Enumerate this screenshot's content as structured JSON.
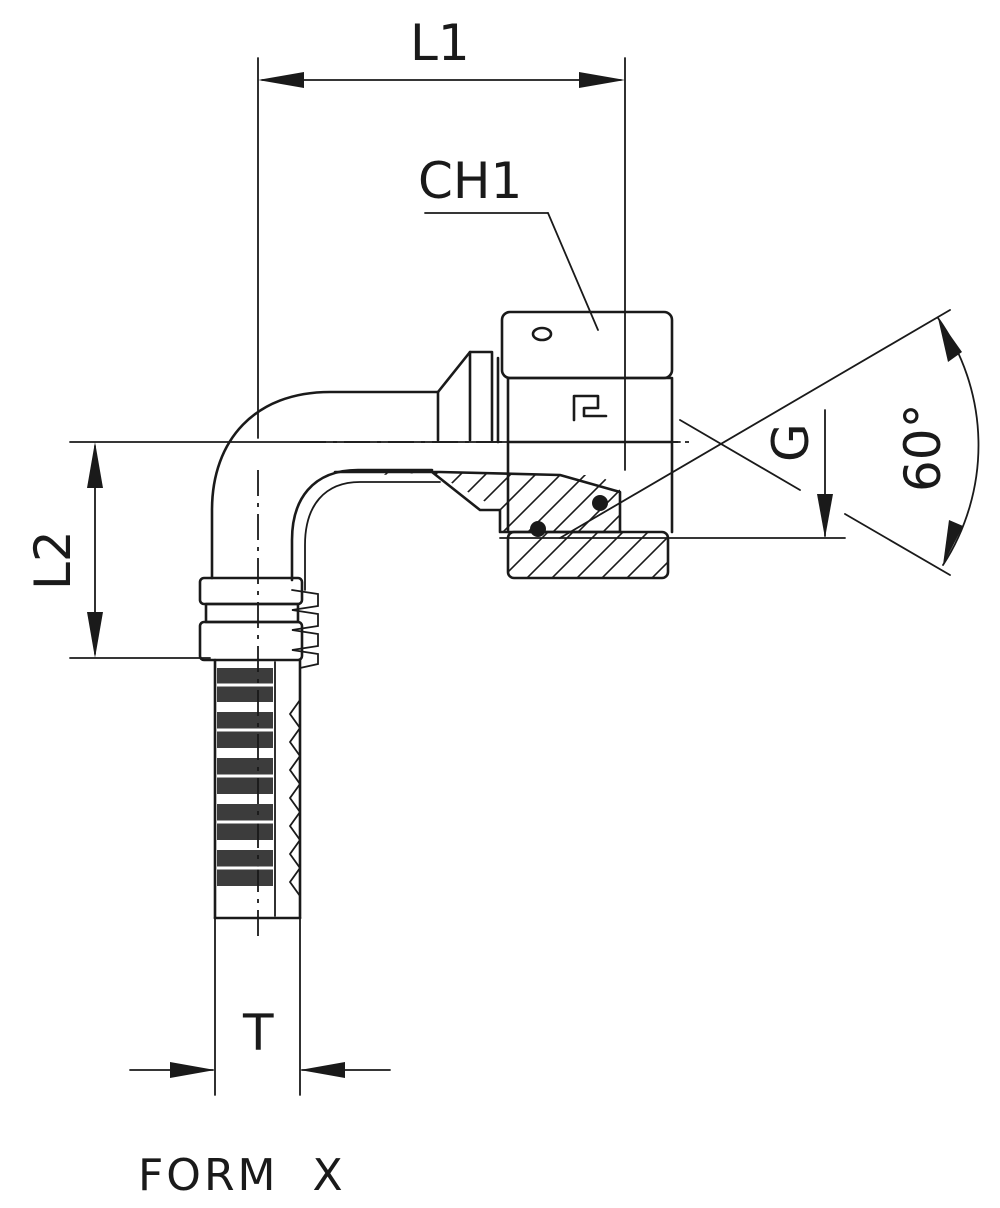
{
  "drawing": {
    "labels": {
      "l1": "L1",
      "l2": "L2",
      "ch1": "CH1",
      "g": "G",
      "angle": "60°",
      "t": "T"
    },
    "caption": "FORM  X"
  }
}
